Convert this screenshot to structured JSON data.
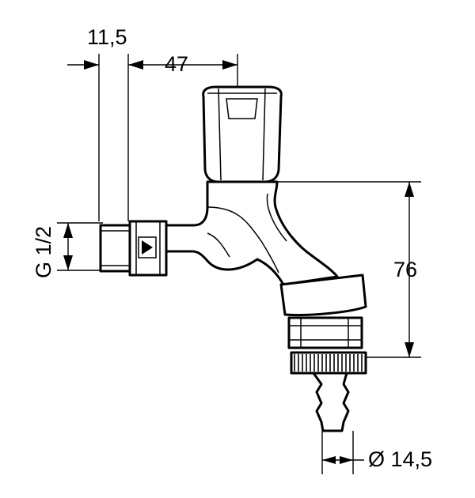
{
  "dimensions": {
    "inlet_length": "11,5",
    "handle_offset": "47",
    "thread": "G 1/2",
    "height": "76",
    "hose_diameter": "Ø 14,5"
  }
}
